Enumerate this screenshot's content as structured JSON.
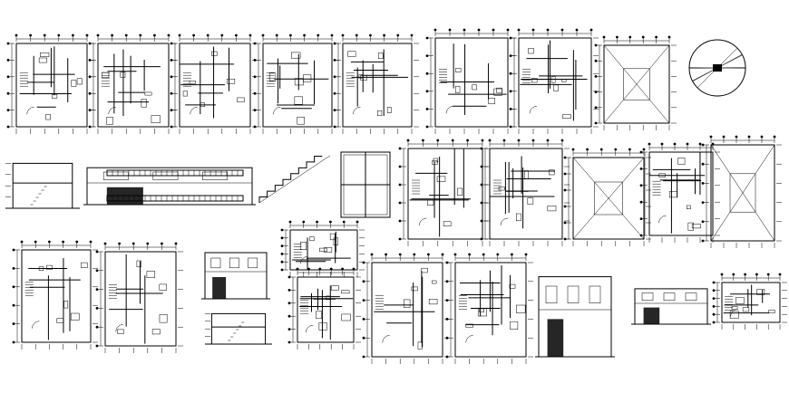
{
  "sheet": {
    "background": "#ffffff",
    "ink": "#000000"
  },
  "drawings": [
    {
      "kind": "floor-plan"
    },
    {
      "kind": "floor-plan"
    },
    {
      "kind": "floor-plan"
    },
    {
      "kind": "floor-plan"
    },
    {
      "kind": "floor-plan"
    },
    {
      "kind": "floor-plan"
    },
    {
      "kind": "floor-plan"
    },
    {
      "kind": "roof-plan"
    },
    {
      "kind": "site-location-map"
    },
    {
      "kind": "section"
    },
    {
      "kind": "elevation"
    },
    {
      "kind": "stair-detail"
    },
    {
      "kind": "window-elevation"
    },
    {
      "kind": "floor-plan"
    },
    {
      "kind": "floor-plan"
    },
    {
      "kind": "roof-plan"
    },
    {
      "kind": "floor-plan"
    },
    {
      "kind": "roof-plan"
    },
    {
      "kind": "floor-plan"
    },
    {
      "kind": "floor-plan"
    },
    {
      "kind": "elevation"
    },
    {
      "kind": "section"
    },
    {
      "kind": "floor-plan"
    },
    {
      "kind": "floor-plan"
    },
    {
      "kind": "floor-plan"
    },
    {
      "kind": "floor-plan"
    },
    {
      "kind": "elevation"
    },
    {
      "kind": "elevation"
    }
  ]
}
